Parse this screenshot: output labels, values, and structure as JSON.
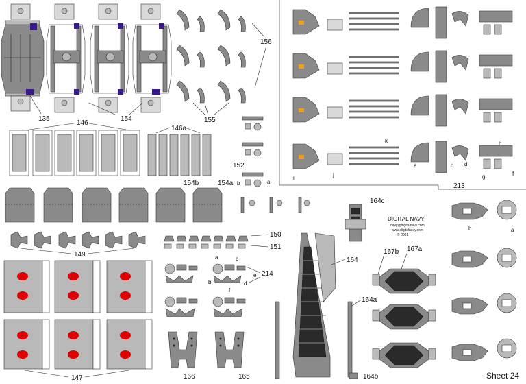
{
  "sheet": {
    "label": "Sheet 24"
  },
  "brand": {
    "name": "DIGITAL NAVY",
    "email": "navy@digitalnavy.com",
    "site": "www.digitalnavy.com",
    "copyright": "© 2001"
  },
  "labels": {
    "p135": "135",
    "p154": "154",
    "p155": "155",
    "p156": "156",
    "p146": "146",
    "p146a": "146a",
    "p152": "152",
    "p154a": "154a",
    "p154b": "154b",
    "p149": "149",
    "p150": "150",
    "p151": "151",
    "p214": "214",
    "p147": "147",
    "p166": "166",
    "p165": "165",
    "p164": "164",
    "p164a": "164a",
    "p164b": "164b",
    "p164c": "164c",
    "p167a": "167a",
    "p167b": "167b",
    "p213": "213"
  },
  "letters": {
    "a": "a",
    "b": "b",
    "c": "c",
    "d": "d",
    "e": "e",
    "f": "f",
    "g": "g",
    "h": "h",
    "i": "i",
    "j": "j",
    "k": "k"
  },
  "colors": {
    "part_gray": "#8a8a8a",
    "part_light": "#b9b9b9",
    "marker_red": "#e00000",
    "purple": "#3a1a8a"
  }
}
